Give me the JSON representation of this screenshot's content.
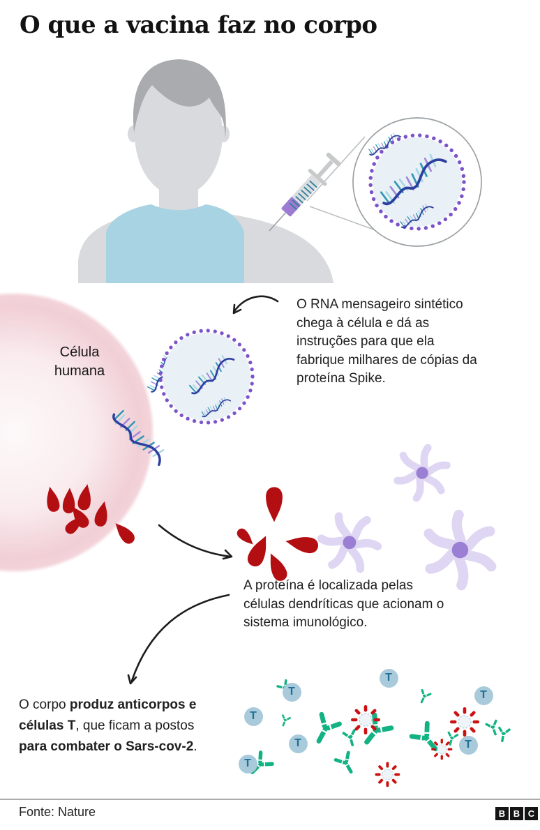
{
  "title": "O que a vacina faz no corpo",
  "cell_label": {
    "lines": [
      "Célula",
      "humana"
    ]
  },
  "steps": {
    "mrna": {
      "lines": [
        "O RNA mensageiro sintético",
        "chega à célula e dá as",
        "instruções para que ela",
        "fabrique milhares de cópias da",
        "proteína Spike."
      ]
    },
    "dendritic": {
      "lines": [
        "A proteína é localizada pelas",
        "células dendríticas que acionam o",
        "sistema imunológico."
      ]
    },
    "antibodies": {
      "segments": [
        {
          "text": "O corpo ",
          "bold": false
        },
        {
          "text": "produz anticorpos e",
          "bold": true,
          "br": true
        },
        {
          "text": "células T",
          "bold": true
        },
        {
          "text": ", que ficam a postos",
          "bold": false,
          "br": true
        },
        {
          "text": "para combater o Sars-cov-2",
          "bold": true
        },
        {
          "text": ".",
          "bold": false
        }
      ]
    }
  },
  "immune": {
    "t_cell_label": "T"
  },
  "footer": {
    "source": "Fonte: Nature",
    "logo_letters": [
      "B",
      "B",
      "C"
    ]
  },
  "illustration": {
    "person": "person receiving vaccine in shoulder",
    "syringe": "syringe with purple mRNA vaccine",
    "nanoparticle": "lipid nanoparticle with dotted membrane containing mRNA strands",
    "mrna": "synthetic messenger RNA strand",
    "human_cell": "pink human cell",
    "spike_protein": "red Spike protein copies",
    "dendritic_cell": "lavender dendritic cell",
    "antibody": "green Y-shaped antibody",
    "t_cell": "blue T cell",
    "virus": "red Sars-cov-2 virus particle"
  },
  "colors": {
    "title_text": "#121212",
    "body_text": "#202020",
    "hair": "#a9abaf",
    "skin": "#d8dade",
    "shirt": "#a8d3e2",
    "syringe_gray": "#c7c9cb",
    "syringe_light": "#dcdee0",
    "syringe_purple": "#9e7bd3",
    "syringe_tick": "#2f7f9d",
    "magnifier_line": "#bcbfc1",
    "circle_stroke": "#9ba0a3",
    "nanoparticle_fill": "#e9f0f6",
    "nanoparticle_dot": "#7c52c9",
    "mrna_backbone": "#2c3f9f",
    "tick_teal": "#2f97b4",
    "tick_pale": "#a6d7e3",
    "tick_purple": "#9d8bd8",
    "cell_pink": "#f0ccd3",
    "protein_red": "#b30e12",
    "dendritic_arm": "#ded6f2",
    "dendritic_core": "#9b7fd4",
    "antibody_green": "#13b283",
    "tcell_bg": "#a9cadb",
    "tcell_text": "#1f6f96",
    "virus_red": "#cb1111",
    "virus_core": "#eef4f8",
    "virus_core_stroke": "#b7d3e1",
    "footer_line": "#ababab",
    "bbc_bg": "#141414",
    "arrow": "#1c1c1c"
  }
}
